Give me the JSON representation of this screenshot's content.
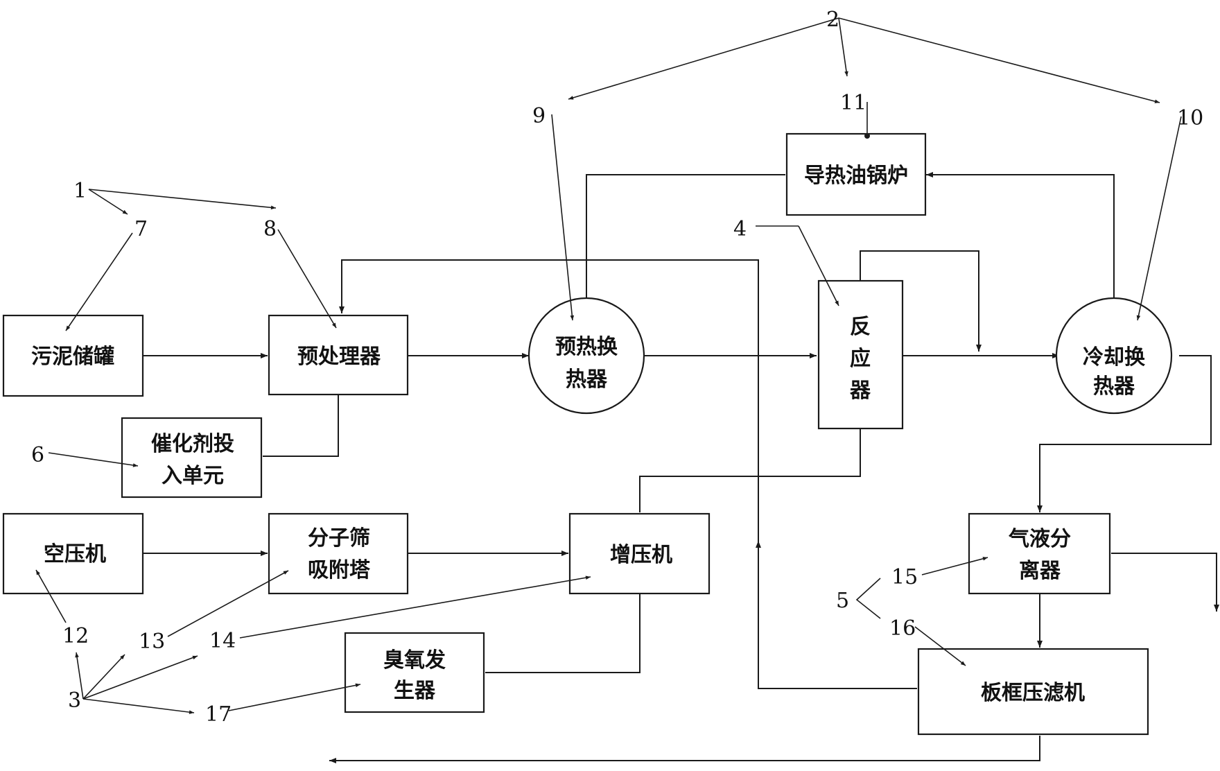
{
  "components": {
    "sludge_tank": "污泥储罐",
    "pretreater": "预处理器",
    "preheat_hx": [
      "预热换",
      "热器"
    ],
    "reactor": [
      "反",
      "应",
      "器"
    ],
    "cooling_hx": [
      "冷却换",
      "热器"
    ],
    "oil_boiler": "导热油锅炉",
    "catalyst_unit": [
      "催化剂投",
      "入单元"
    ],
    "air_compressor": "空压机",
    "molecular_sieve": [
      "分子筛",
      "吸附塔"
    ],
    "booster": "增压机",
    "ozone_generator": [
      "臭氧发",
      "生器"
    ],
    "gas_liquid_separator": [
      "气液分",
      "离器"
    ],
    "plate_filter_press": "板框压滤机"
  },
  "callouts": {
    "n1": "1",
    "n2": "2",
    "n3": "3",
    "n4": "4",
    "n5": "5",
    "n6": "6",
    "n7": "7",
    "n8": "8",
    "n9": "9",
    "n10": "10",
    "n11": "11",
    "n12": "12",
    "n13": "13",
    "n14": "14",
    "n15": "15",
    "n16": "16",
    "n17": "17"
  }
}
